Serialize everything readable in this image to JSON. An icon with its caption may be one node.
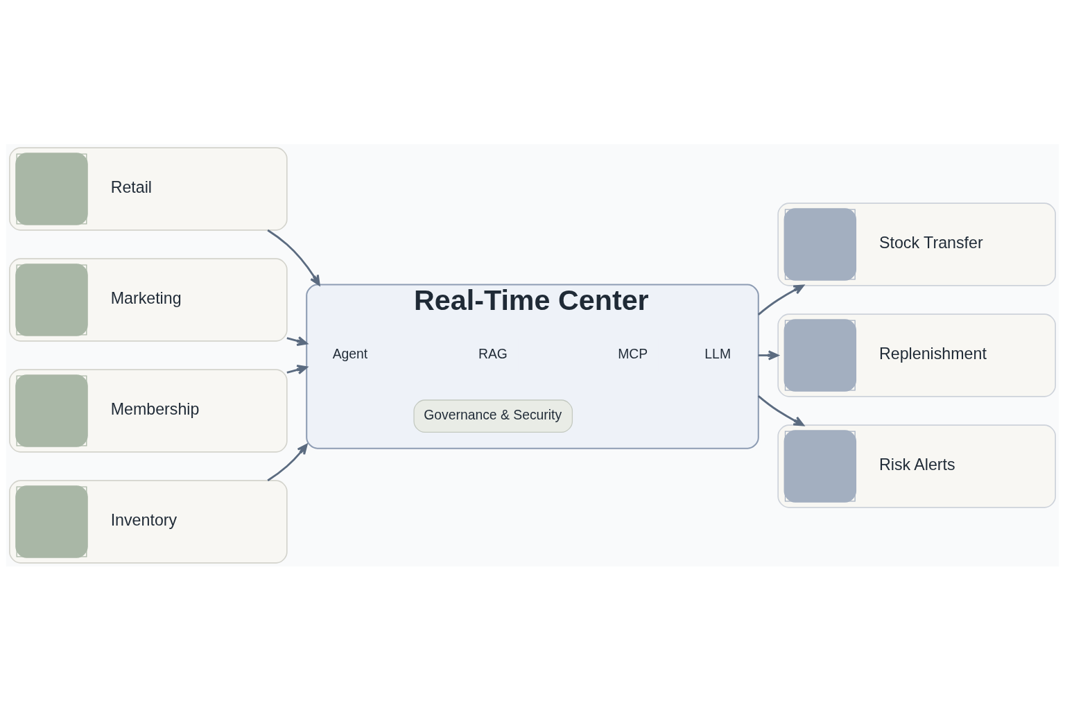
{
  "diagram": {
    "nodes": [
      {
        "text": [
          "Retail"
        ]
      },
      {
        "text": [
          "Marketing"
        ]
      },
      {
        "text": [
          "Membership"
        ]
      },
      {
        "text": [
          "Inventory"
        ]
      },
      {
        "text": [
          "Real-Time Center"
        ]
      },
      {
        "text": [
          "Agent"
        ],
        "in": 4
      },
      {
        "text": [
          "RAG"
        ],
        "in": 4
      },
      {
        "text": [
          "MCP"
        ],
        "in": 4
      },
      {
        "text": [
          "LLM"
        ],
        "in": 4
      },
      {
        "text": [
          "Governance & Security"
        ],
        "in": 4
      },
      {
        "text": [
          "Stock Transfer"
        ]
      },
      {
        "text": [
          "Replenishment"
        ]
      },
      {
        "text": [
          "Risk Alerts"
        ]
      }
    ],
    "edges": [
      {
        "from": 0,
        "to": 4,
        "arrow": "to"
      },
      {
        "from": 1,
        "to": 4,
        "arrow": "to"
      },
      {
        "from": 2,
        "to": 4,
        "arrow": "to"
      },
      {
        "from": 3,
        "to": 4,
        "arrow": "to"
      },
      {
        "from": 4,
        "to": 10,
        "arrow": "to"
      },
      {
        "from": 4,
        "to": 11,
        "arrow": "to"
      },
      {
        "from": 4,
        "to": 12,
        "arrow": "to"
      }
    ]
  }
}
